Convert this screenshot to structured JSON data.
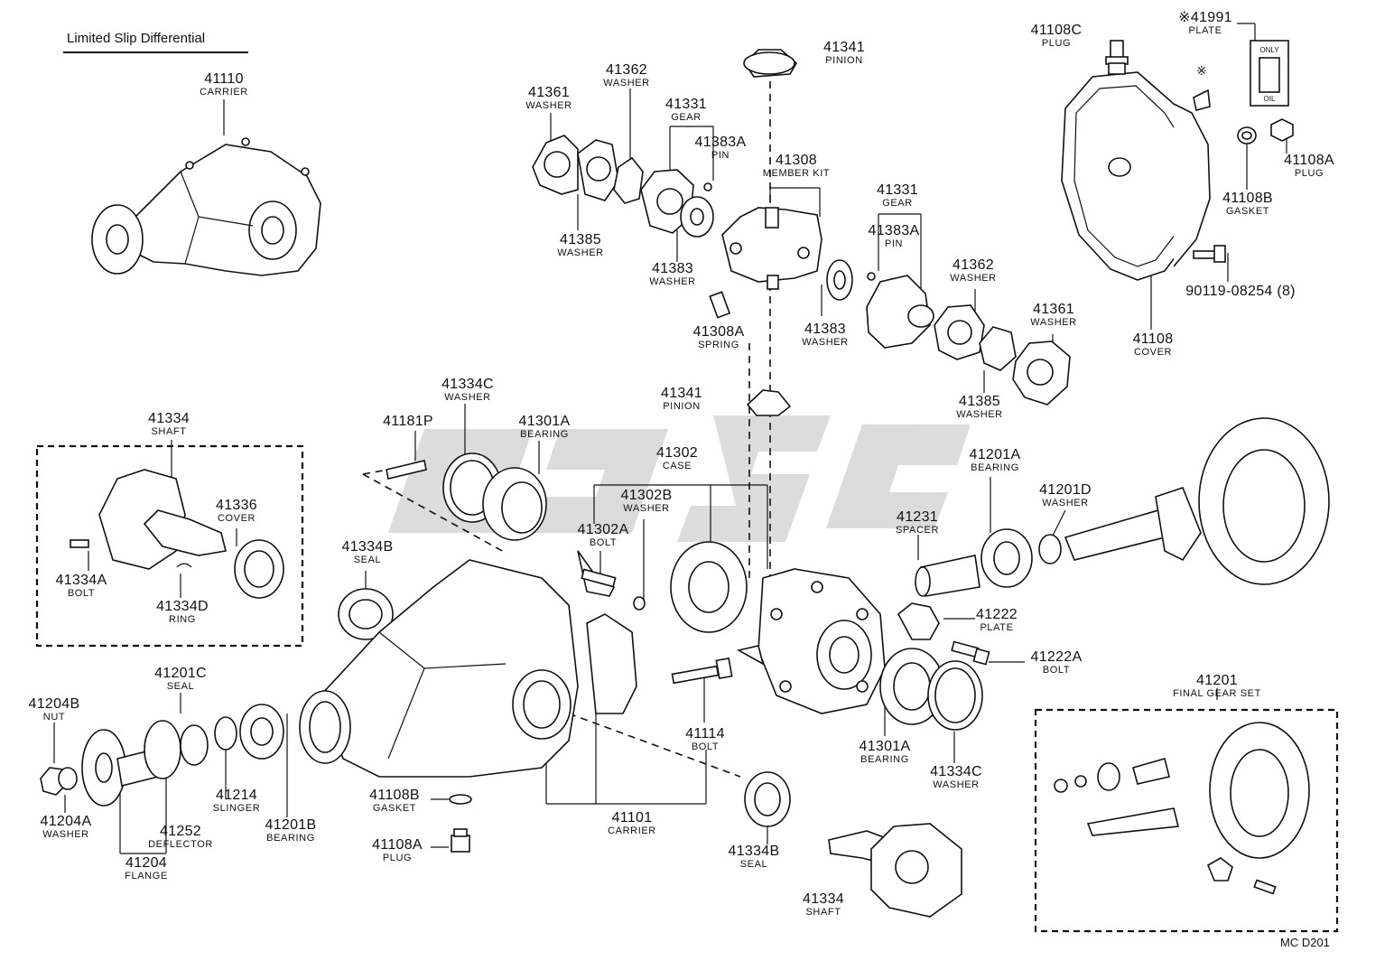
{
  "title": "Limited Slip Differential",
  "diagram_code": "MC D201",
  "note_mark": "※",
  "plate_text": "ONLY OIL",
  "parts": [
    {
      "id": "p1",
      "number": "41110",
      "name": "CARRIER"
    },
    {
      "id": "p2",
      "number": "41361",
      "name": "WASHER"
    },
    {
      "id": "p3",
      "number": "41362",
      "name": "WASHER"
    },
    {
      "id": "p4",
      "number": "41331",
      "name": "GEAR"
    },
    {
      "id": "p5",
      "number": "41383A",
      "name": "PIN"
    },
    {
      "id": "p6",
      "number": "41385",
      "name": "WASHER"
    },
    {
      "id": "p7",
      "number": "41383",
      "name": "WASHER"
    },
    {
      "id": "p8",
      "number": "41341",
      "name": "PINION"
    },
    {
      "id": "p9",
      "number": "41308",
      "name": "MEMBER KIT"
    },
    {
      "id": "p10",
      "number": "41308A",
      "name": "SPRING"
    },
    {
      "id": "p11",
      "number": "41383",
      "name": "WASHER"
    },
    {
      "id": "p12",
      "number": "41331",
      "name": "GEAR"
    },
    {
      "id": "p13",
      "number": "41383A",
      "name": "PIN"
    },
    {
      "id": "p14",
      "number": "41362",
      "name": "WASHER"
    },
    {
      "id": "p15",
      "number": "41361",
      "name": "WASHER"
    },
    {
      "id": "p16",
      "number": "41385",
      "name": "WASHER"
    },
    {
      "id": "p17",
      "number": "41341",
      "name": "PINION"
    },
    {
      "id": "p18",
      "number": "41108C",
      "name": "PLUG"
    },
    {
      "id": "p19",
      "number": "※41991",
      "name": "PLATE"
    },
    {
      "id": "p20",
      "number": "41108A",
      "name": "PLUG"
    },
    {
      "id": "p21",
      "number": "41108B",
      "name": "GASKET"
    },
    {
      "id": "p22",
      "number": "90119-08254 (8)",
      "name": ""
    },
    {
      "id": "p23",
      "number": "41108",
      "name": "COVER"
    },
    {
      "id": "p24",
      "number": "41334",
      "name": "SHAFT"
    },
    {
      "id": "p25",
      "number": "41336",
      "name": "COVER"
    },
    {
      "id": "p26",
      "number": "41334A",
      "name": "BOLT"
    },
    {
      "id": "p27",
      "number": "41334D",
      "name": "RING"
    },
    {
      "id": "p28",
      "number": "41181P",
      "name": ""
    },
    {
      "id": "p29",
      "number": "41334C",
      "name": "WASHER"
    },
    {
      "id": "p30",
      "number": "41301A",
      "name": "BEARING"
    },
    {
      "id": "p31",
      "number": "41302",
      "name": "CASE"
    },
    {
      "id": "p32",
      "number": "41302B",
      "name": "WASHER"
    },
    {
      "id": "p33",
      "number": "41302A",
      "name": "BOLT"
    },
    {
      "id": "p34",
      "number": "41334B",
      "name": "SEAL"
    },
    {
      "id": "p35",
      "number": "41201A",
      "name": "BEARING"
    },
    {
      "id": "p36",
      "number": "41201D",
      "name": "WASHER"
    },
    {
      "id": "p37",
      "number": "41231",
      "name": "SPACER"
    },
    {
      "id": "p38",
      "number": "41222",
      "name": "PLATE"
    },
    {
      "id": "p39",
      "number": "41222A",
      "name": "BOLT"
    },
    {
      "id": "p40",
      "number": "41114",
      "name": "BOLT"
    },
    {
      "id": "p41",
      "number": "41301A",
      "name": "BEARING"
    },
    {
      "id": "p42",
      "number": "41334C",
      "name": "WASHER"
    },
    {
      "id": "p43",
      "number": "41201",
      "name": "FINAL GEAR SET"
    },
    {
      "id": "p44",
      "number": "41204B",
      "name": "NUT"
    },
    {
      "id": "p45",
      "number": "41201C",
      "name": "SEAL"
    },
    {
      "id": "p46",
      "number": "41204A",
      "name": "WASHER"
    },
    {
      "id": "p47",
      "number": "41252",
      "name": "DEFLECTOR"
    },
    {
      "id": "p48",
      "number": "41214",
      "name": "SLINGER"
    },
    {
      "id": "p49",
      "number": "41201B",
      "name": "BEARING"
    },
    {
      "id": "p50",
      "number": "41204",
      "name": "FLANGE"
    },
    {
      "id": "p51",
      "number": "41108B",
      "name": "GASKET"
    },
    {
      "id": "p52",
      "number": "41108A",
      "name": "PLUG"
    },
    {
      "id": "p53",
      "number": "41101",
      "name": "CARRIER"
    },
    {
      "id": "p54",
      "number": "41334B",
      "name": "SEAL"
    },
    {
      "id": "p55",
      "number": "41334",
      "name": "SHAFT"
    }
  ]
}
